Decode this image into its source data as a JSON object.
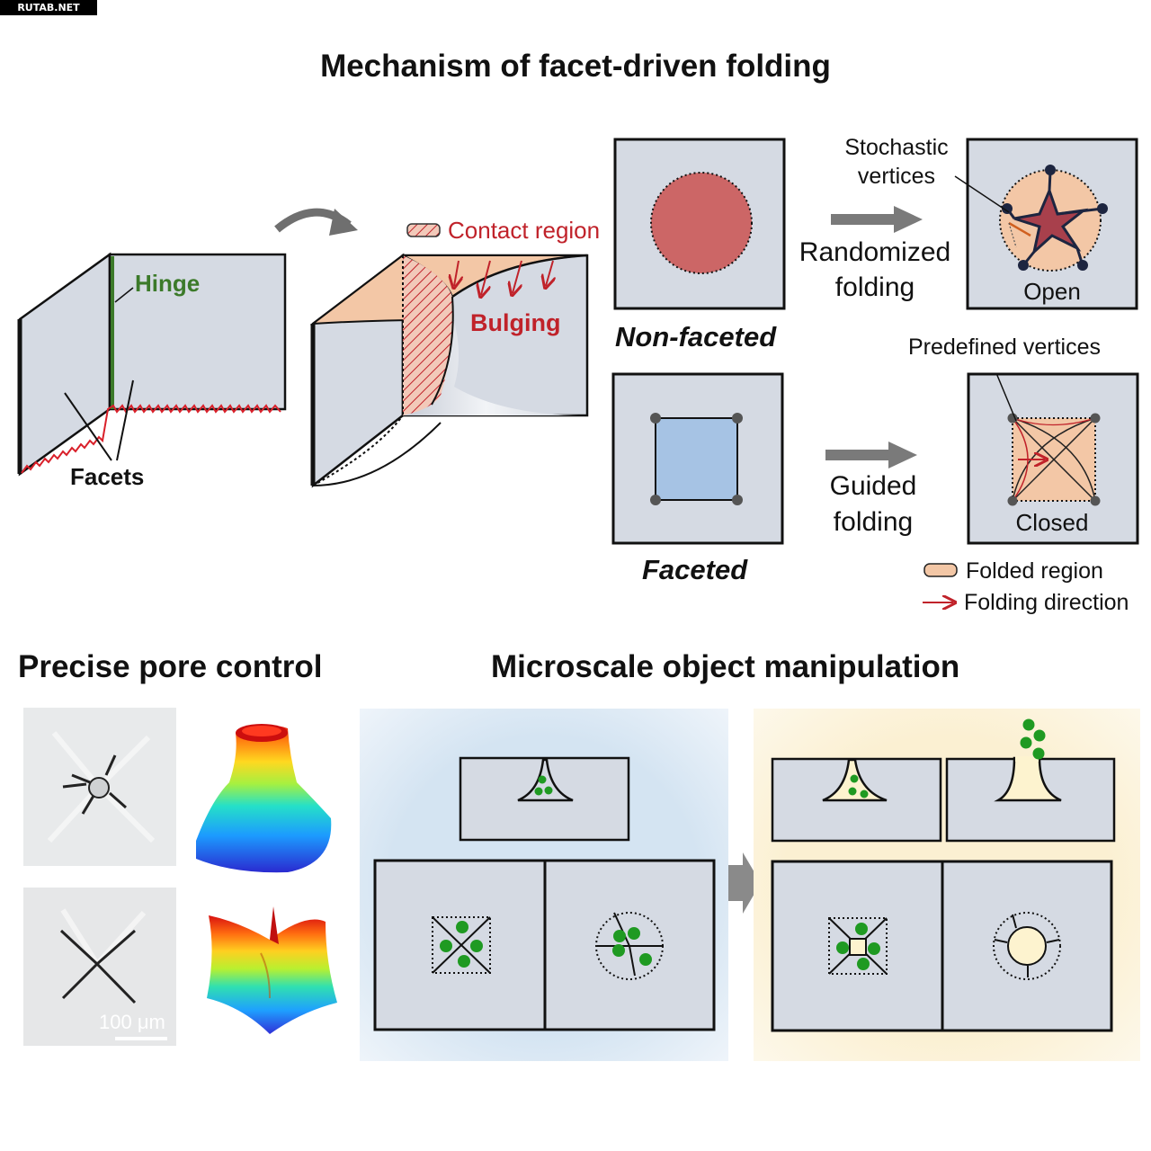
{
  "watermark": "RUTAB.NET",
  "title": "Mechanism of facet-driven folding",
  "labels": {
    "hinge": "Hinge",
    "facets": "Facets",
    "contact_region": "Contact region",
    "bulging": "Bulging",
    "non_faceted": "Non-faceted",
    "faceted": "Faceted",
    "stochastic_vertices_1": "Stochastic",
    "stochastic_vertices_2": "vertices",
    "randomized_folding_1": "Randomized",
    "randomized_folding_2": "folding",
    "open": "Open",
    "predefined_vertices": "Predefined vertices",
    "guided_folding_1": "Guided",
    "guided_folding_2": "folding",
    "closed": "Closed",
    "legend_folded_region": "Folded region",
    "legend_folding_direction": "Folding direction",
    "precise_pore_control": "Precise pore control",
    "microscale_object_manipulation": "Microscale object manipulation",
    "scale_bar": "100 μm"
  },
  "colors": {
    "hinge_green": "#3c7a2a",
    "facet_red": "#d9202a",
    "panel_gray": "#d5dae3",
    "contact_red": "#c0222a",
    "circle_red": "#cc6666",
    "square_blue": "#a6c3e4",
    "folded_peach": "#f3c7a6",
    "star_red": "#a8404c",
    "bead_green": "#1f9a22",
    "blue_bg": "#d4e4f2",
    "yellow_bg": "#fbf0d2",
    "pore_yellow": "#fdf3cf"
  }
}
